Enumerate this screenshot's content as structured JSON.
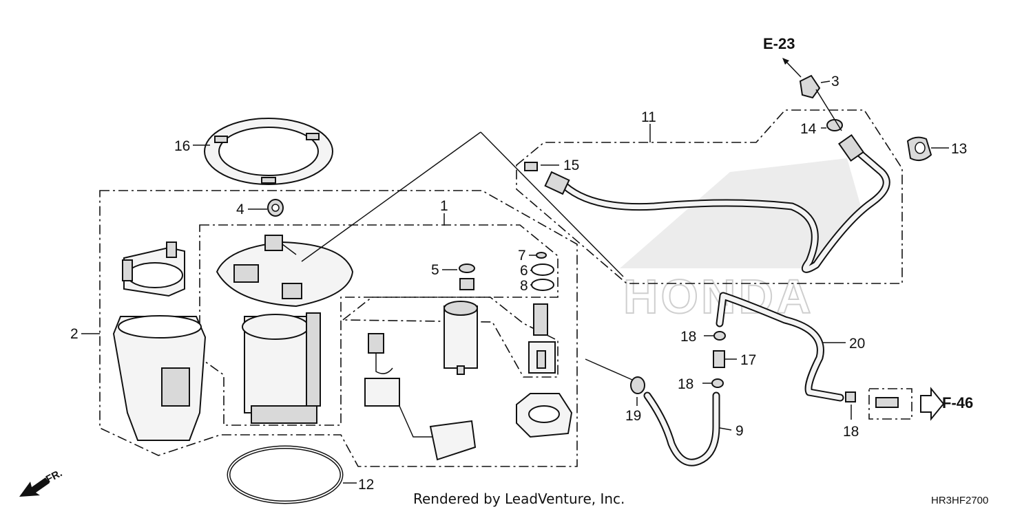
{
  "diagram": {
    "watermark_text": "HONDA",
    "credit": "Rendered by LeadVenture, Inc.",
    "diagram_code": "HR3HF2700",
    "front_marker": "FR.",
    "refs": {
      "e23": "E-23",
      "f46": "F-46"
    },
    "callouts": {
      "c1": "1",
      "c2": "2",
      "c3": "3",
      "c4": "4",
      "c5": "5",
      "c6": "6",
      "c7": "7",
      "c8": "8",
      "c9": "9",
      "c11": "11",
      "c12": "12",
      "c13": "13",
      "c14": "14",
      "c15": "15",
      "c16": "16",
      "c17": "17",
      "c18a": "18",
      "c18b": "18",
      "c18c": "18",
      "c19": "19",
      "c20": "20"
    }
  }
}
